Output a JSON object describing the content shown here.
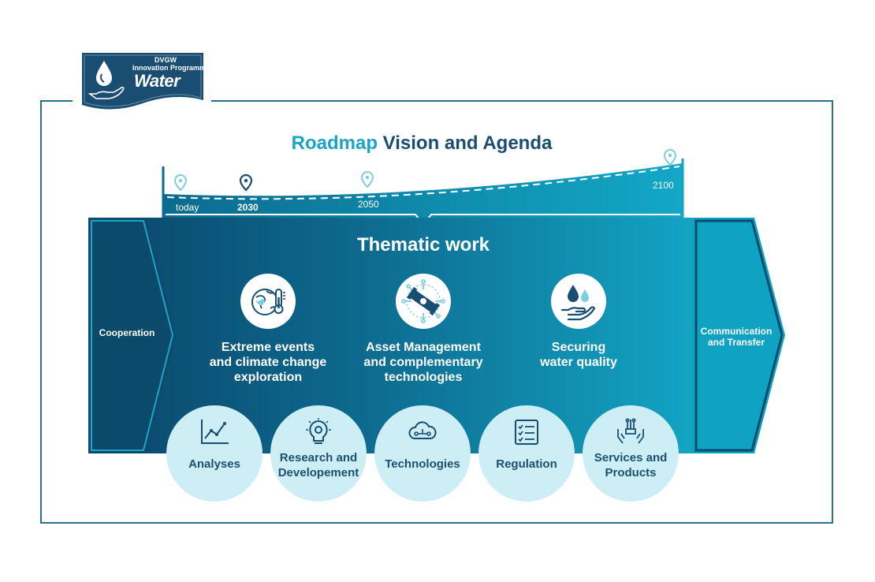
{
  "logo": {
    "line1": "DVGW",
    "line2": "Innovation Programme",
    "line3": "Water"
  },
  "title": {
    "highlight": "Roadmap",
    "rest": " Vision and Agenda"
  },
  "timeline": {
    "today": "today",
    "m2030": "2030",
    "m2050": "2050",
    "m2100": "2100"
  },
  "left_block": "Cooperation",
  "right_block": {
    "line1": "Communication",
    "line2": "and Transfer"
  },
  "main_heading": "Thematic work",
  "themes": [
    {
      "icon": "globe-thermometer-icon",
      "line1": "Extreme events",
      "line2": "and climate change",
      "line3": "exploration"
    },
    {
      "icon": "pipe-network-icon",
      "line1": "Asset Management",
      "line2": "and complementary",
      "line3": "technologies"
    },
    {
      "icon": "hand-water-drops-icon",
      "line1": "Securing",
      "line2": "water quality",
      "line3": ""
    }
  ],
  "bubbles": [
    {
      "icon": "line-chart-icon",
      "line1": "Analyses",
      "line2": ""
    },
    {
      "icon": "lightbulb-gear-icon",
      "line1": "Research and",
      "line2": "Developement"
    },
    {
      "icon": "cloud-circuit-icon",
      "line1": "Technologies",
      "line2": ""
    },
    {
      "icon": "checklist-icon",
      "line1": "Regulation",
      "line2": ""
    },
    {
      "icon": "hands-circuit-icon",
      "line1": "Services and",
      "line2": "Products"
    }
  ],
  "colors": {
    "navy": "#194e72",
    "accent": "#1ba4c6",
    "left_block": "#0b4a6b",
    "right_block": "#0ea3c3",
    "bubble": "#cdeef5",
    "frame": "#2b6f8e"
  }
}
